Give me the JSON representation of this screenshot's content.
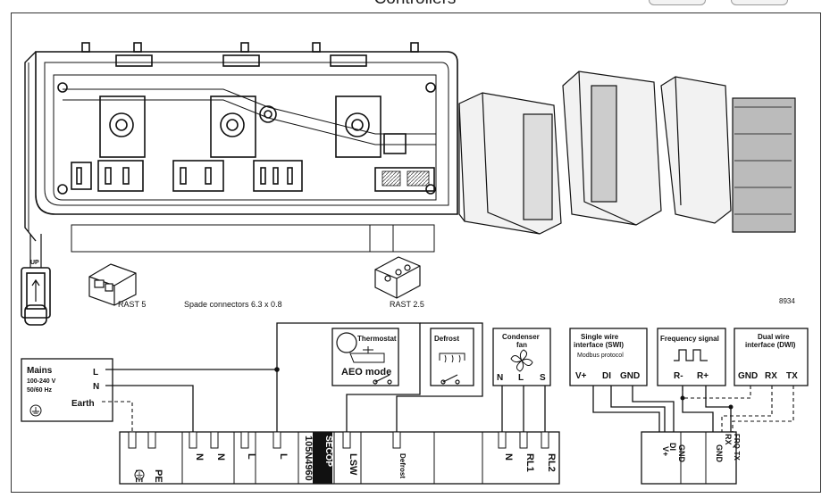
{
  "header": {
    "title": "Controllers"
  },
  "figure_id": "8934",
  "connectors": {
    "rast5": "RAST 5",
    "spade": "Spade connectors 6.3 x 0.8",
    "rast25": "RAST 2.5",
    "up": "UP"
  },
  "mains": {
    "title": "Mains",
    "voltage": "100-240 V",
    "freq": "50/60 Hz",
    "l": "L",
    "n": "N",
    "earth": "Earth"
  },
  "thermostat": {
    "title": "Thermostat",
    "mode": "AEO mode"
  },
  "defrost": {
    "title": "Defrost"
  },
  "condenser": {
    "title1": "Condenser",
    "title2": "fan",
    "n": "N",
    "l": "L",
    "s": "S"
  },
  "swi": {
    "title1": "Single wire",
    "title2": "interface (SWI)",
    "protocol": "Modbus protocol",
    "vplus": "V+",
    "di": "DI",
    "gnd": "GND"
  },
  "freq": {
    "title": "Frequency signal",
    "rminus": "R-",
    "rplus": "R+"
  },
  "dwi": {
    "title1": "Dual wire",
    "title2": "interface (DWI)",
    "gnd": "GND",
    "rx": "RX",
    "tx": "TX"
  },
  "terminal": {
    "pe1": "PE",
    "pe2": "PE",
    "n1": "N",
    "n2": "N",
    "l1": "L",
    "l2": "L",
    "model": "105N4960",
    "brand": "SECOP",
    "lsw": "LSW",
    "defrost": "Defrost",
    "n3": "N",
    "rl1": "RL1",
    "rl2": "RL2"
  },
  "terminal2": {
    "vplus": "V+",
    "di": "DI",
    "gnd1": "GND",
    "gnd2": "GND",
    "rx": "RX",
    "frqtx": "FRQ-TX"
  }
}
